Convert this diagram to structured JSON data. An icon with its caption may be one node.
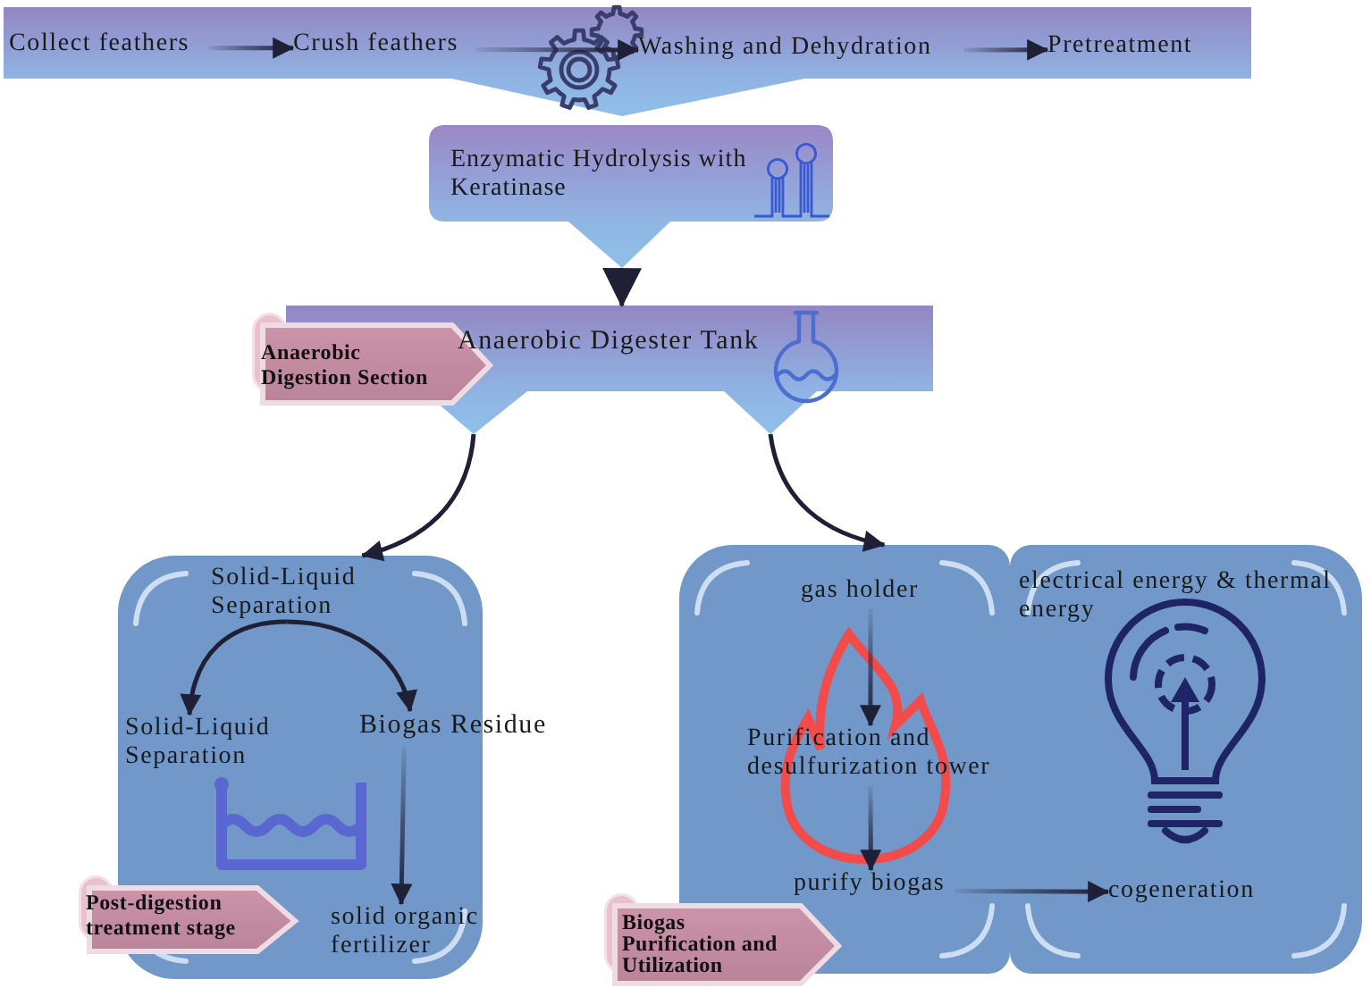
{
  "diagram": {
    "nodes": [
      {
        "text": [],
        "shape": "band"
      },
      {
        "text": [
          "Collect feathers"
        ],
        "in": 0
      },
      {
        "text": [
          "Crush feathers"
        ],
        "in": 0
      },
      {
        "text": [
          "Washing and Dehydration"
        ],
        "in": 0
      },
      {
        "text": [
          "Pretreatment"
        ],
        "in": 0
      },
      {
        "text": [
          "Enzymatic Hydrolysis with Keratinase"
        ]
      },
      {
        "text": [
          "Anaerobic Digester Tank"
        ]
      },
      {
        "text": [
          "Anaerobic Digestion Section"
        ]
      },
      {
        "text": [],
        "shape": "box"
      },
      {
        "text": [
          "Solid-Liquid Separation"
        ],
        "in": 8
      },
      {
        "text": [
          "Solid-Liquid Separation"
        ],
        "in": 8
      },
      {
        "text": [
          "Biogas Residue"
        ]
      },
      {
        "text": [
          "solid organic fertilizer"
        ],
        "in": 8
      },
      {
        "text": [
          "Post-digestion treatment stage"
        ]
      },
      {
        "text": [],
        "shape": "box"
      },
      {
        "text": [],
        "shape": "box"
      },
      {
        "text": [
          "gas holder"
        ],
        "in": 14
      },
      {
        "text": [
          "Purification and desulfurization tower"
        ],
        "in": 14
      },
      {
        "text": [
          "purify biogas"
        ],
        "in": 14
      },
      {
        "text": [
          "electrical energy & thermal energy"
        ],
        "in": 15
      },
      {
        "text": [
          "cogeneration"
        ],
        "in": 15
      },
      {
        "text": [
          "Biogas Purification and Utilization"
        ]
      }
    ],
    "edges": [
      {
        "from": 1,
        "to": 2,
        "arrow": "to"
      },
      {
        "from": 2,
        "to": 3,
        "arrow": "to"
      },
      {
        "from": 3,
        "to": 4,
        "arrow": "to"
      },
      {
        "from": 5,
        "to": 6,
        "arrow": "to"
      },
      {
        "from": 6,
        "to": 8,
        "arrow": "to"
      },
      {
        "from": 6,
        "to": 14,
        "arrow": "to"
      },
      {
        "from": 9,
        "to": 10,
        "arrow": "to"
      },
      {
        "from": 9,
        "to": 11,
        "arrow": "to"
      },
      {
        "from": 11,
        "to": 12,
        "arrow": "to"
      },
      {
        "from": 16,
        "to": 17,
        "arrow": "to"
      },
      {
        "from": 17,
        "to": 18,
        "arrow": "to"
      },
      {
        "from": 18,
        "to": 20,
        "arrow": "to"
      }
    ]
  }
}
